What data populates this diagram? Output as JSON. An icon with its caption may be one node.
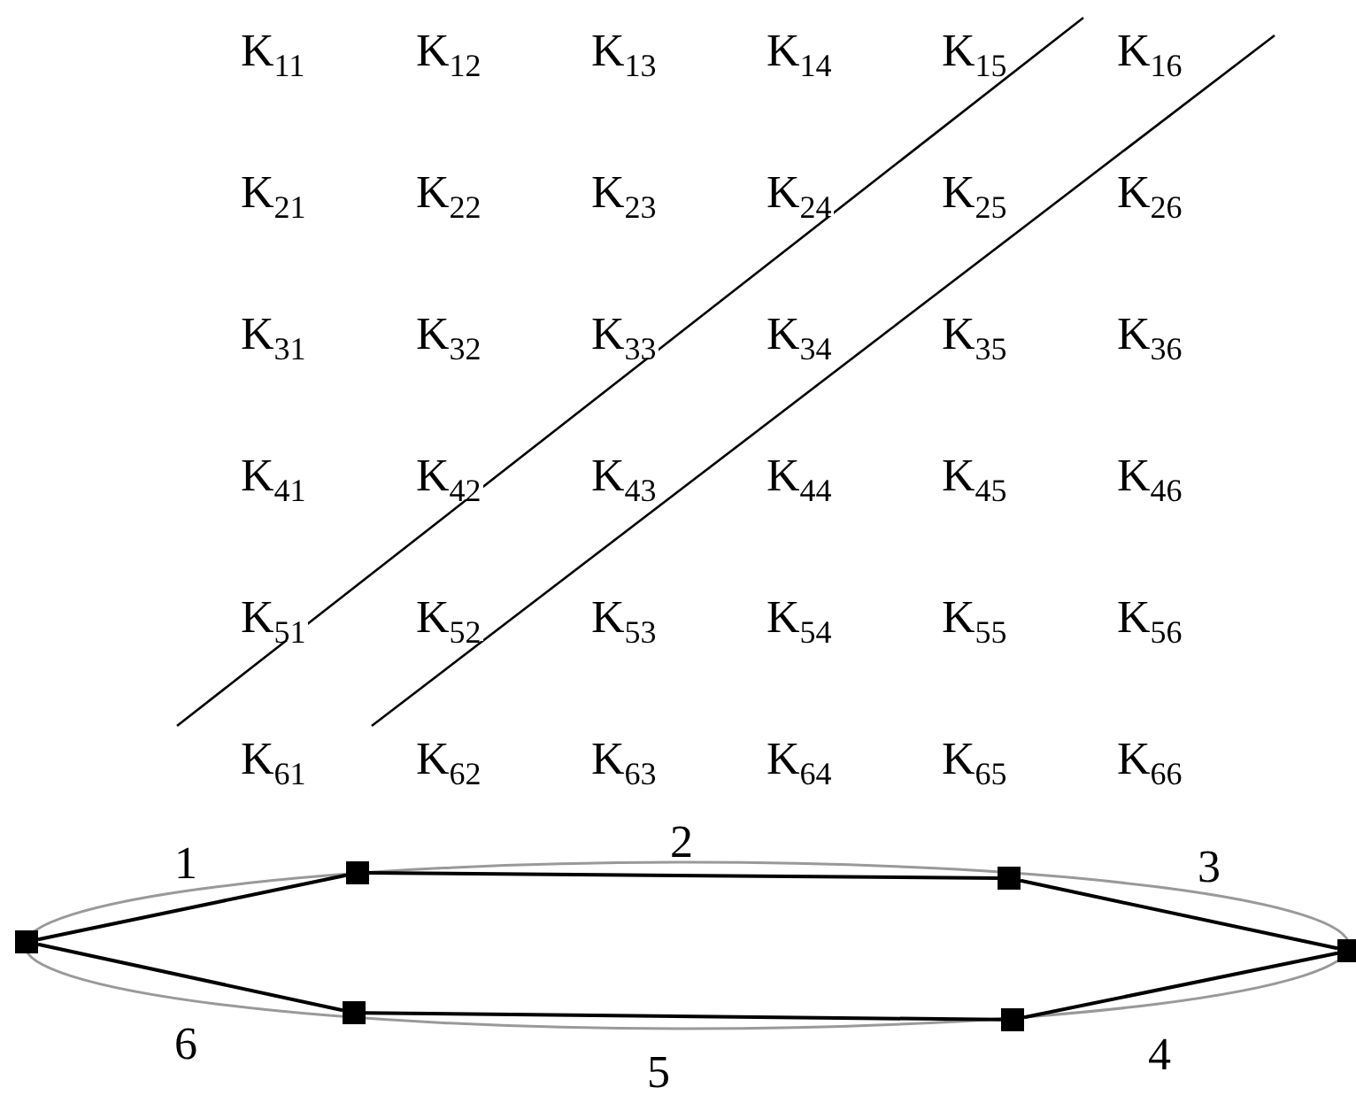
{
  "diagram": {
    "nodes": [
      {
        "text": [],
        "shape": "box"
      },
      {
        "text": [],
        "shape": "box"
      },
      {
        "text": [],
        "shape": "box"
      },
      {
        "text": [],
        "shape": "box"
      },
      {
        "text": [],
        "shape": "box"
      },
      {
        "text": [],
        "shape": "box"
      }
    ],
    "edges": [
      {
        "from": 0,
        "to": 2,
        "arrow": "none",
        "label": "1"
      },
      {
        "from": 2,
        "to": 3,
        "arrow": "none",
        "label": "2"
      },
      {
        "from": 3,
        "to": 5,
        "arrow": "none",
        "label": "3"
      },
      {
        "from": 5,
        "to": 4,
        "arrow": "none",
        "label": "4"
      },
      {
        "from": 4,
        "to": 1,
        "arrow": "none",
        "label": "5"
      },
      {
        "from": 1,
        "to": 0,
        "arrow": "none",
        "label": "6"
      }
    ],
    "labels": [
      "K$_{11}$",
      "K$_{12}$",
      "K$_{13}$",
      "K$_{14}$",
      "K$_{15}$",
      "K$_{16}$",
      "K$_{21}$",
      "K$_{22}$",
      "K$_{23}$",
      "K$_{24}$",
      "K$_{25}$",
      "K$_{26}$",
      "K$_{31}$",
      "K$_{32}$",
      "K$_{33}$",
      "K$_{34}$",
      "K$_{35}$",
      "K$_{36}$",
      "K$_{41}$",
      "K$_{42}$",
      "K$_{43}$",
      "K$_{44}$",
      "K$_{45}$",
      "K$_{46}$",
      "K$_{51}$",
      "K$_{52}$",
      "K$_{53}$",
      "K$_{54}$",
      "K$_{55}$",
      "K$_{56}$",
      "K$_{61}$",
      "K$_{62}$",
      "K$_{63}$",
      "K$_{64}$",
      "K$_{65}$",
      "K$_{66}$"
    ]
  }
}
